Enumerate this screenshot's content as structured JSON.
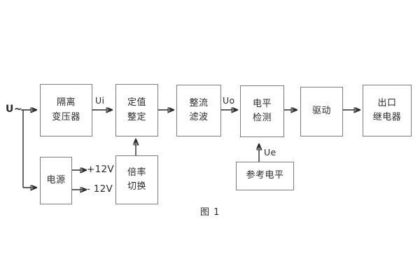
{
  "figure": {
    "caption": "图 1",
    "colors": {
      "box_border": "#7d7d7d",
      "wire": "#2b2b2b",
      "text": "#2b2b2b",
      "background": "#ffffff"
    }
  },
  "blocks": [
    {
      "id": "isolation-transformer",
      "lines": [
        "隔离",
        "变压器"
      ]
    },
    {
      "id": "setpoint-adjust",
      "lines": [
        "定值",
        "整定"
      ]
    },
    {
      "id": "rectify-filter",
      "lines": [
        "整流",
        "滤波"
      ]
    },
    {
      "id": "level-detect",
      "lines": [
        "电平",
        "检测"
      ]
    },
    {
      "id": "drive",
      "lines": [
        "驱动"
      ]
    },
    {
      "id": "output-relay",
      "lines": [
        "出口",
        "继电器"
      ]
    },
    {
      "id": "power-supply",
      "lines": [
        "电源"
      ]
    },
    {
      "id": "multiplier-switch",
      "lines": [
        "倍率",
        "切换"
      ]
    },
    {
      "id": "reference-level",
      "lines": [
        "参考电平"
      ]
    }
  ],
  "labels": {
    "source": "U~",
    "ui": "Ui",
    "uo": "Uo",
    "ue": "Ue",
    "plus12v": "+12V",
    "minus12v": "- 12V"
  }
}
